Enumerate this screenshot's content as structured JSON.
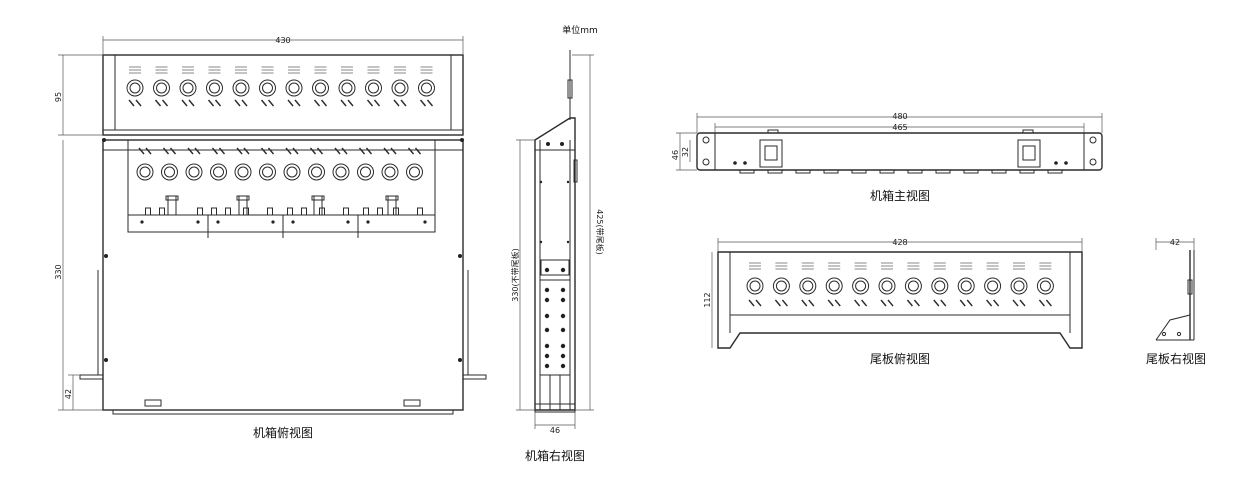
{
  "unit_label": "单位mm",
  "captions": {
    "chassis_top": "机箱俯视图",
    "chassis_right": "机箱右视图",
    "chassis_main": "机箱主视图",
    "tail_top": "尾板俯视图",
    "tail_right": "尾板右视图"
  },
  "dims": {
    "top_width": "430",
    "top_tail_depth": "95",
    "top_total_depth": "330",
    "top_bracket": "42",
    "right_330": "330(不带尾板)",
    "right_425": "425(带尾板)",
    "right_width": "46",
    "main_480": "480",
    "main_465": "465",
    "main_46": "46",
    "main_32": "32",
    "tail_428": "428",
    "tail_112": "112",
    "tail_right_42": "42"
  }
}
